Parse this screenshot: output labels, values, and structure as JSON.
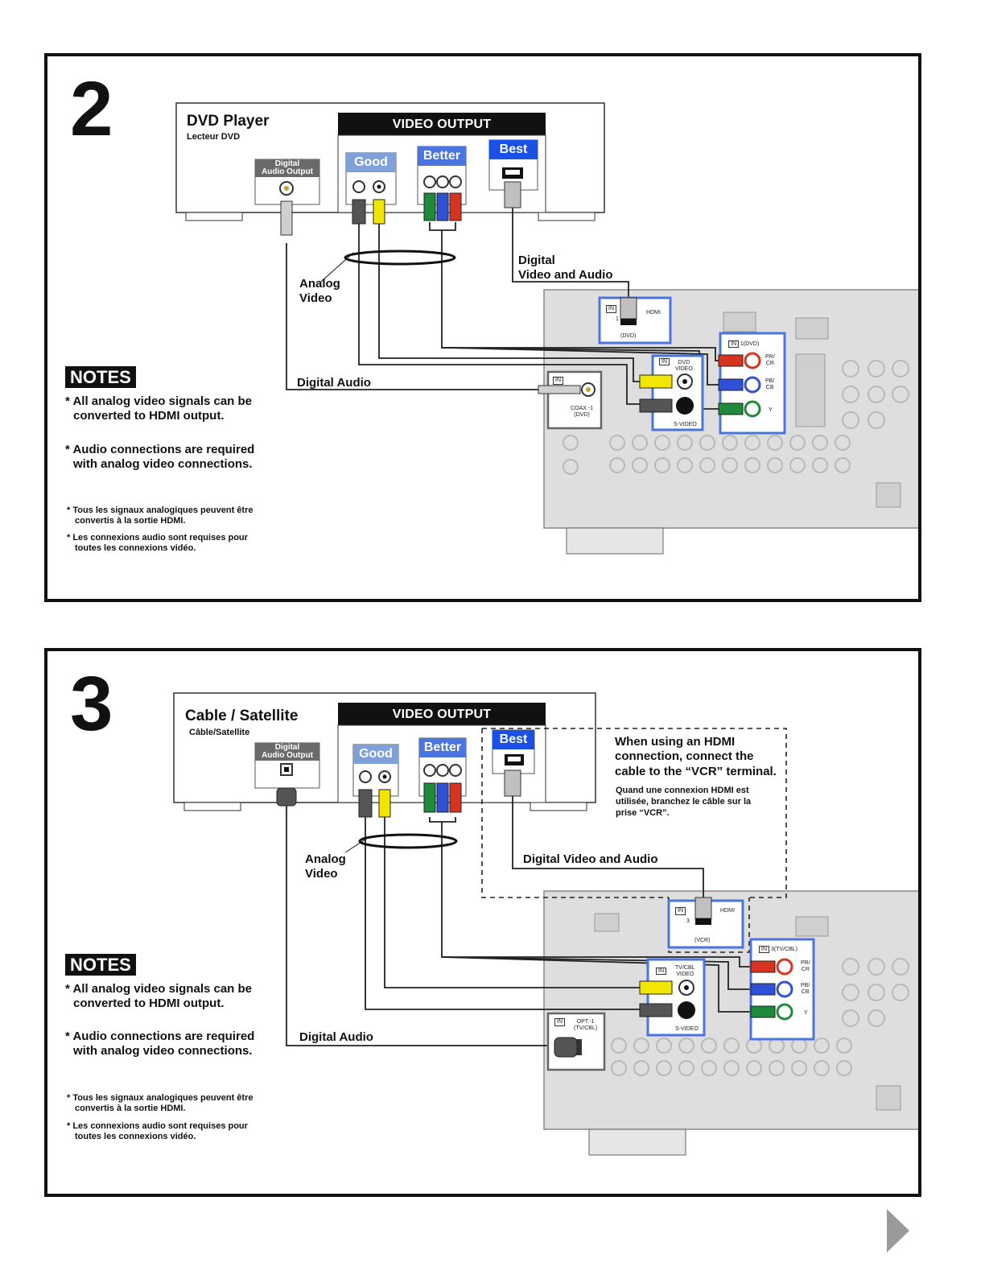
{
  "step2": {
    "number": "2",
    "device_title": "DVD Player",
    "device_subtitle": "Lecteur DVD",
    "video_output": "VIDEO OUTPUT",
    "tiers": {
      "good": "Good",
      "better": "Better",
      "best": "Best"
    },
    "digital_audio_output": [
      "Digital",
      "Audio Output"
    ],
    "labels": {
      "analog_video": [
        "Analog",
        "Video"
      ],
      "digital_video_audio": [
        "Digital",
        "Video and Audio"
      ],
      "digital_audio": "Digital Audio"
    },
    "receiver": {
      "in": "IN",
      "hdmi": "HDMI",
      "hdmi_num": "1",
      "hdmi_source": "(DVD)",
      "component": "1(DVD)",
      "video_group": [
        "DVD",
        "VIDEO"
      ],
      "svideo": "S-VIDEO",
      "audio_port": [
        "COAX.-1",
        "(DVD)"
      ],
      "pr": [
        "PR/",
        "CR"
      ],
      "pb": [
        "PB/",
        "CB"
      ],
      "y": "Y"
    },
    "notes": {
      "badge": "NOTES",
      "en": [
        "* All analog video signals can be converted to HDMI output.",
        "* Audio connections are required with analog video connections."
      ],
      "fr": [
        "* Tous les signaux analogiques peuvent être convertis à la sortie HDMI.",
        "* Les connexions audio sont requises pour toutes les connexions vidéo."
      ]
    }
  },
  "step3": {
    "number": "3",
    "device_title": "Cable / Satellite",
    "device_subtitle": "Câble/Satellite",
    "video_output": "VIDEO OUTPUT",
    "tiers": {
      "good": "Good",
      "better": "Better",
      "best": "Best"
    },
    "digital_audio_output": [
      "Digital",
      "Audio Output"
    ],
    "labels": {
      "analog_video": [
        "Analog",
        "Video"
      ],
      "digital_video_audio": "Digital Video and Audio",
      "digital_audio": "Digital Audio"
    },
    "hdmi_hint": {
      "en": "When using an HDMI connection, connect the cable to the “VCR” terminal.",
      "fr": "Quand une connexion HDMI est utilisée, branchez le câble sur la prise “VCR”."
    },
    "receiver": {
      "in": "IN",
      "hdmi": "HDMI",
      "hdmi_num": "3",
      "hdmi_source": "(VCR)",
      "component": "3(TV/CBL)",
      "video_group": [
        "TV/CBL",
        "VIDEO"
      ],
      "svideo": "S-VIDEO",
      "audio_port": [
        "OPT.-1",
        "(TV/CBL)"
      ],
      "pr": [
        "PR/",
        "CR"
      ],
      "pb": [
        "PB/",
        "CB"
      ],
      "y": "Y"
    },
    "notes": {
      "badge": "NOTES",
      "en": [
        "* All analog video signals can be converted to HDMI output.",
        "* Audio connections are required with analog video connections."
      ],
      "fr": [
        "* Tous les signaux analogiques peuvent être convertis à la sortie HDMI.",
        "* Les connexions audio sont requises pour toutes les connexions vidéo."
      ]
    }
  },
  "colors": {
    "highlight_blue": "#4a74e0",
    "component_green": "#1f8a3b",
    "component_blue": "#3050d8",
    "component_red": "#d8331f",
    "composite_yellow": "#f2e600",
    "receiver_gray": "#dedede"
  },
  "icons": [
    "next-page-arrow-icon"
  ]
}
